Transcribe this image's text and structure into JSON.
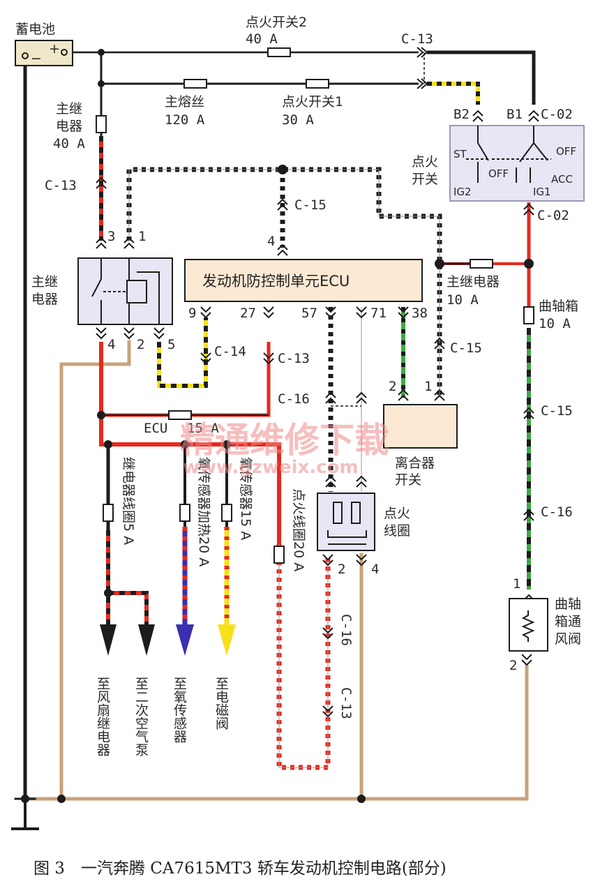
{
  "colors": {
    "black": "#1c1c1c",
    "red": "#e8281c",
    "yellow": "#f7e11a",
    "green": "#3fa845",
    "tan": "#c8a27a",
    "blue": "#3a2fb0",
    "box_fill": "#e6e6f4",
    "ecu_fill": "#fbe9d4"
  },
  "labels": {
    "battery": "蓄电池",
    "battery_plus": "+",
    "battery_minus": "−",
    "ign2_name": "点火开关2",
    "ign2_rating": "40 A",
    "main_fuse_name": "主熔丝",
    "main_fuse_rating": "120 A",
    "ign1_name": "点火开关1",
    "ign1_rating": "30 A",
    "main_relay_fuse_l1": "主继",
    "main_relay_fuse_l2": "电器",
    "main_relay_fuse_rating": "40 A",
    "c13": "C-13",
    "c15": "C-15",
    "c14": "C-14",
    "c16": "C-16",
    "c02": "C-02",
    "b1": "B1",
    "b2": "B2",
    "ign_switch_l1": "点火",
    "ign_switch_l2": "开关",
    "st": "ST",
    "off": "OFF",
    "acc": "ACC",
    "ig1": "IG1",
    "ig2": "IG2",
    "main_relay_l1": "主继",
    "main_relay_l2": "电器",
    "ecu_name": "发动机防控制单元ECU",
    "pin1": "1",
    "pin2": "2",
    "pin3": "3",
    "pin4": "4",
    "pin5": "5",
    "pin9": "9",
    "pin27": "27",
    "pin57": "57",
    "pin71": "71",
    "pin38": "38",
    "main_relay_fuse2": "主继电器",
    "main_relay_fuse2_rating": "10 A",
    "crankcase_fuse": "曲轴箱",
    "crankcase_fuse_rating": "10 A",
    "ecu_fuse": "ECU",
    "ecu_fuse_rating": "15 A",
    "clutch_l1": "离合器",
    "clutch_l2": "开关",
    "coil_l1": "点火",
    "coil_l2": "线圈",
    "crank_valve": [
      "曲轴",
      "箱通",
      "风阀"
    ],
    "fuse_relay_coil": "继电器线圈5 A",
    "fuse_o2_heat": "氧传感器加热20 A",
    "fuse_o2": "氧传感器15 A",
    "fuse_ign_coil": "点火线圈20 A",
    "dest_fan": "至风扇继电器",
    "dest_air": "至二次空气泵",
    "dest_o2": "至氧传感器",
    "dest_sol": "至电磁阀",
    "watermark_cn": "精通维修下载",
    "watermark_url": "www.gzweix.com",
    "caption": "图 3　一汽奔腾 CA7615MT3 轿车发动机控制电路(部分)"
  }
}
